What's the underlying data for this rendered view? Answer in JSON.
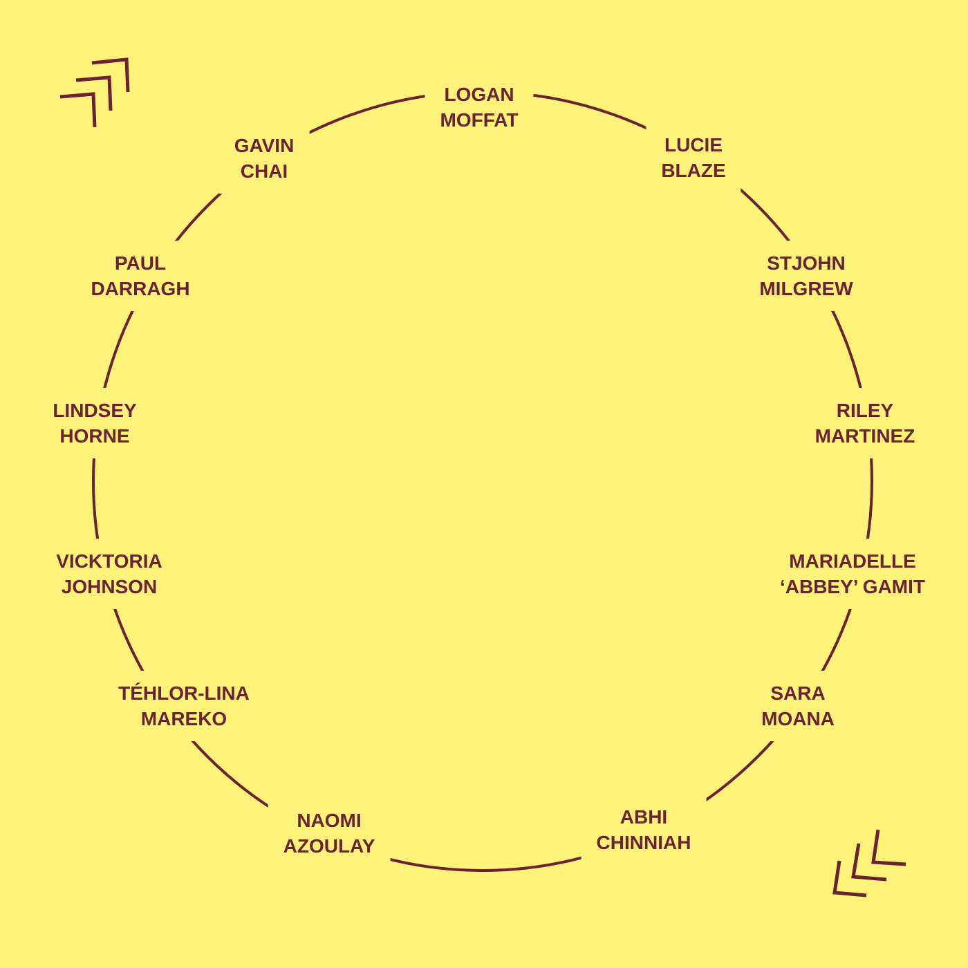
{
  "colors": {
    "background": "#fdf27a",
    "accent": "#6b2232"
  },
  "decorations": [
    "chevrons-up-right-icon",
    "chevrons-down-left-icon"
  ],
  "names": [
    {
      "first": "LOGAN",
      "last": "MOFFAT"
    },
    {
      "first": "LUCIE",
      "last": "BLAZE"
    },
    {
      "first": "STJOHN",
      "last": "MILGREW"
    },
    {
      "first": "RILEY",
      "last": "MARTINEZ"
    },
    {
      "first": "MARIADELLE",
      "last": "‘ABBEY’ GAMIT"
    },
    {
      "first": "SARA",
      "last": "MOANA"
    },
    {
      "first": "ABHI",
      "last": "CHINNIAH"
    },
    {
      "first": "NAOMI",
      "last": "AZOULAY"
    },
    {
      "first": "TÉHLOR-LINA",
      "last": "MAREKO"
    },
    {
      "first": "VICKTORIA",
      "last": "JOHNSON"
    },
    {
      "first": "LINDSEY",
      "last": "HORNE"
    },
    {
      "first": "PAUL",
      "last": "DARRAGH"
    },
    {
      "first": "GAVIN",
      "last": "CHAI"
    }
  ]
}
